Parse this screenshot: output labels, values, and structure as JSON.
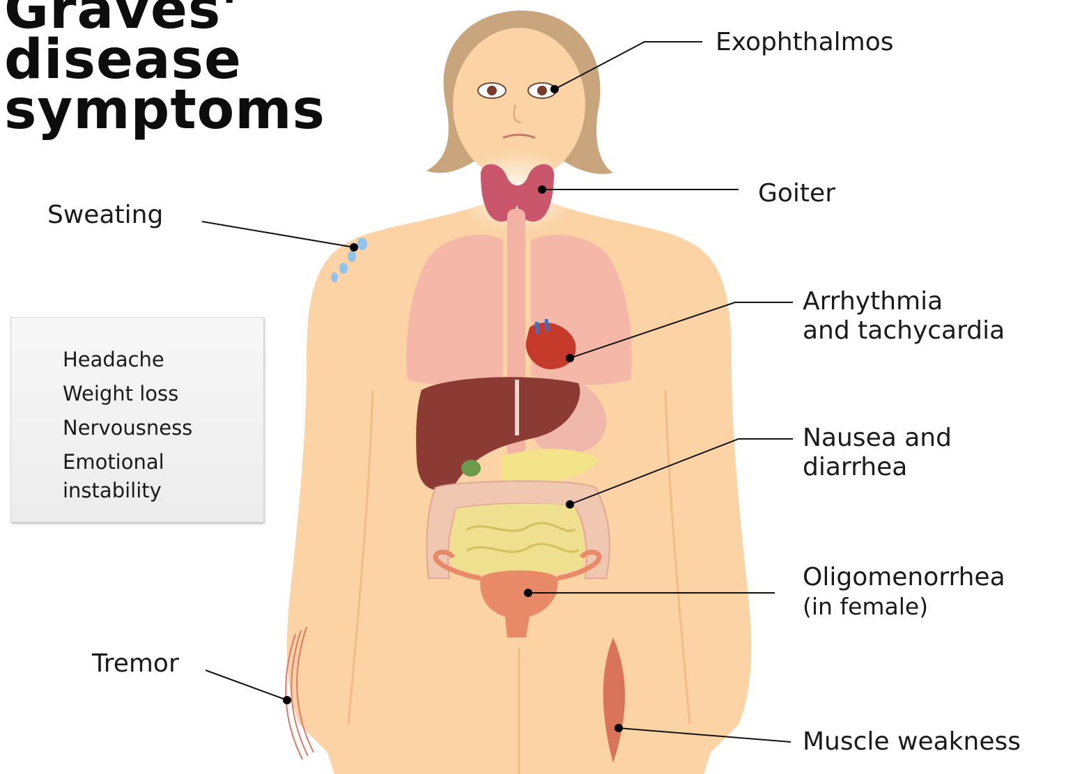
{
  "title": {
    "line1": "Graves'",
    "line2": "disease",
    "line3": "symptoms"
  },
  "labels": {
    "exophthalmos": "Exophthalmos",
    "goiter": "Goiter",
    "sweating": "Sweating",
    "arrhythmia_line1": "Arrhythmia",
    "arrhythmia_line2": "and tachycardia",
    "nausea_line1": "Nausea and",
    "nausea_line2": "diarrhea",
    "oligomenorrhea": "Oligomenorrhea",
    "oligomenorrhea_note": "(in female)",
    "tremor": "Tremor",
    "muscle_weakness": "Muscle weakness"
  },
  "symptom_box": {
    "items": [
      "Headache",
      "Weight loss",
      "Nervousness",
      "Emotional instability"
    ]
  },
  "colors": {
    "skin": "#fbd3a4",
    "hair": "#c8a57c",
    "thyroid": "#c9566a",
    "liver": "#8b3a34",
    "lungs": "#f5b8a8",
    "intestine": "#f0c7b0",
    "small_intestine": "#eee08f",
    "uterus": "#e88a68",
    "leader_line": "#111111"
  }
}
